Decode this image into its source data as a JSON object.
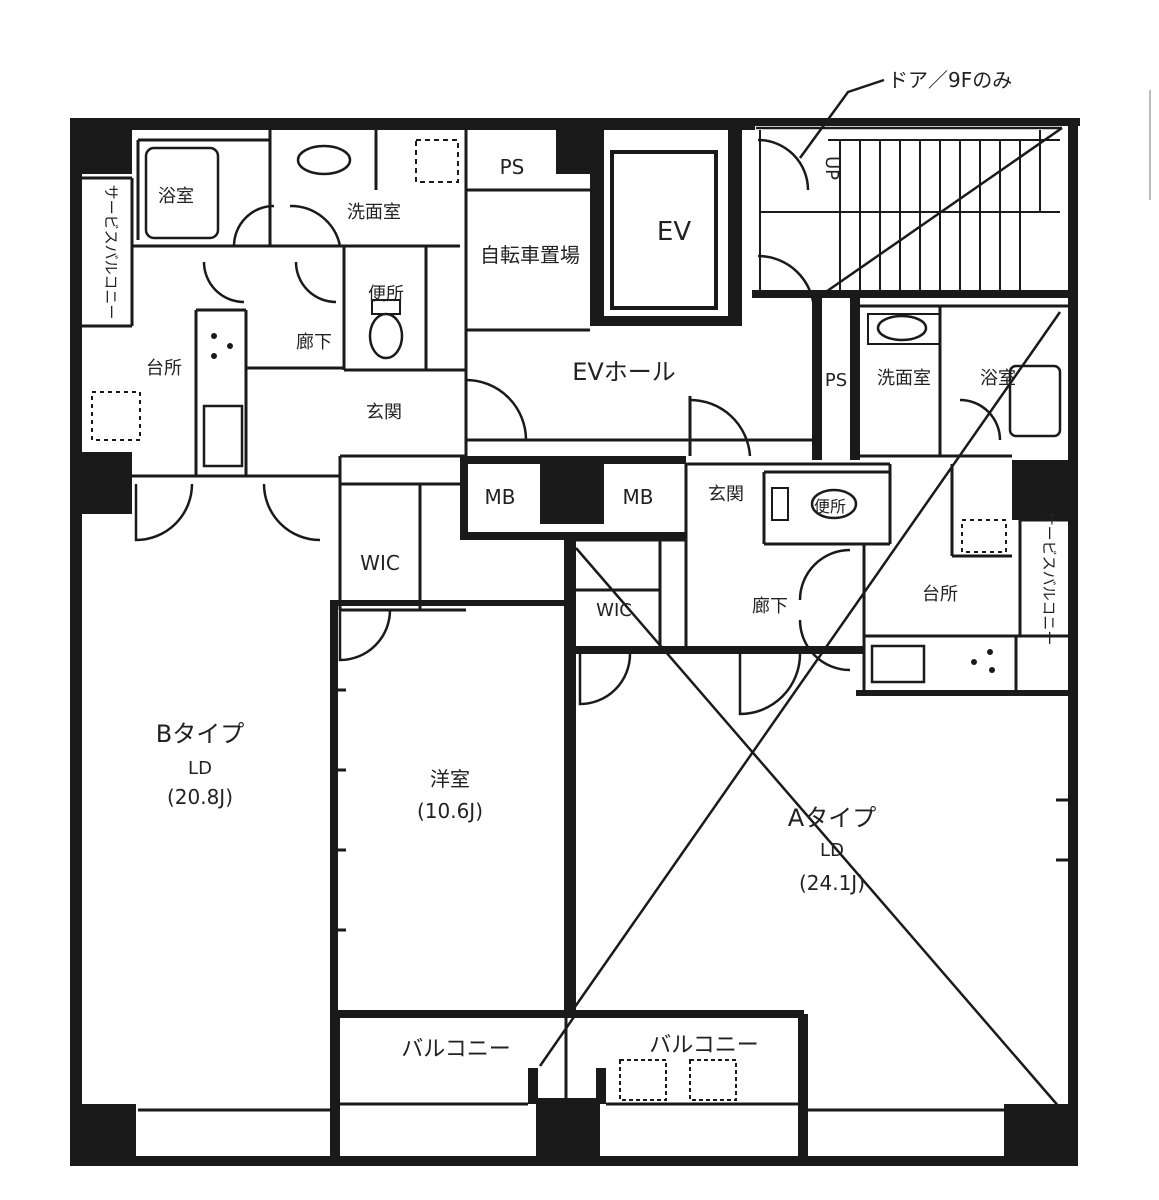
{
  "annotation": {
    "door_note": "ドア／9Fのみ"
  },
  "units": {
    "a_type": {
      "name": "Aタイプ",
      "room": "LD",
      "size": "(24.1J)"
    },
    "b_type": {
      "name": "Bタイプ",
      "room": "LD",
      "size": "(20.8J)"
    },
    "western_room": {
      "name": "洋室",
      "size": "(10.6J)"
    }
  },
  "rooms": {
    "bath_b": "浴室",
    "washroom_b": "洗面室",
    "ps_top": "PS",
    "bicycle": "自転車置場",
    "ev": "EV",
    "toilet_b": "便所",
    "corridor_b": "廊下",
    "kitchen_b": "台所",
    "entrance_b": "玄関",
    "ev_hall": "EVホール",
    "ps_right": "PS",
    "washroom_a": "洗面室",
    "bath_a": "浴室",
    "mb_left": "MB",
    "mb_right": "MB",
    "entrance_a": "玄関",
    "toilet_a": "便所",
    "wic_b": "WIC",
    "wic_a": "WIC",
    "corridor_a": "廊下",
    "kitchen_a": "台所",
    "service_balcony_left": "サービスバルコニー",
    "service_balcony_right": "サービスバルコニー",
    "balcony_left": "バルコニー",
    "balcony_right": "バルコニー",
    "stair_up": "UP"
  }
}
